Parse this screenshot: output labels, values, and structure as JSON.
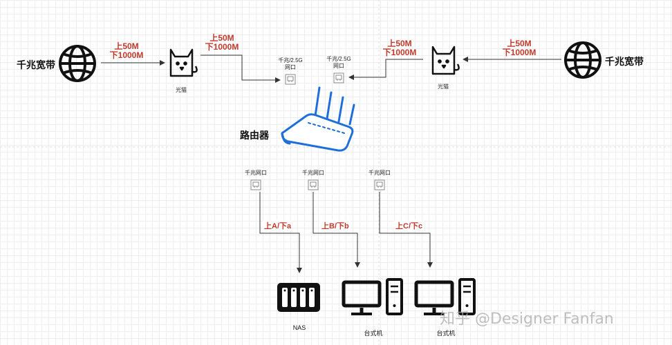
{
  "left_broadband": {
    "label": "千兆宽带",
    "speed_up": "上50M",
    "speed_down": "下1000M",
    "modem_label": "光猫"
  },
  "right_broadband": {
    "label": "千兆宽带",
    "speed_up": "上50M",
    "speed_down": "下1000M",
    "modem_label": "光猫"
  },
  "left_link": {
    "speed_up": "上50M",
    "speed_down": "下1000M"
  },
  "router": {
    "label": "路由器",
    "wan_ports": [
      {
        "line1": "千兆/2.5G",
        "line2": "网口"
      },
      {
        "line1": "千兆/2.5G",
        "line2": "网口"
      }
    ],
    "lan_ports": [
      {
        "label": "千兆网口"
      },
      {
        "label": "千兆网口"
      },
      {
        "label": "千兆网口"
      }
    ]
  },
  "links": [
    {
      "label": "上A/下a"
    },
    {
      "label": "上B/下b"
    },
    {
      "label": "上C/下c"
    }
  ],
  "devices": [
    {
      "label": "NAS",
      "icon": "nas-icon"
    },
    {
      "label": "台式机",
      "icon": "desktop-computer-icon"
    },
    {
      "label": "台式机",
      "icon": "desktop-computer-icon"
    }
  ],
  "watermark": "知乎 @Designer Fanfan",
  "colors": {
    "speed_text": "#c0392b",
    "router_outline": "#1e6fd9",
    "line": "#333333"
  }
}
